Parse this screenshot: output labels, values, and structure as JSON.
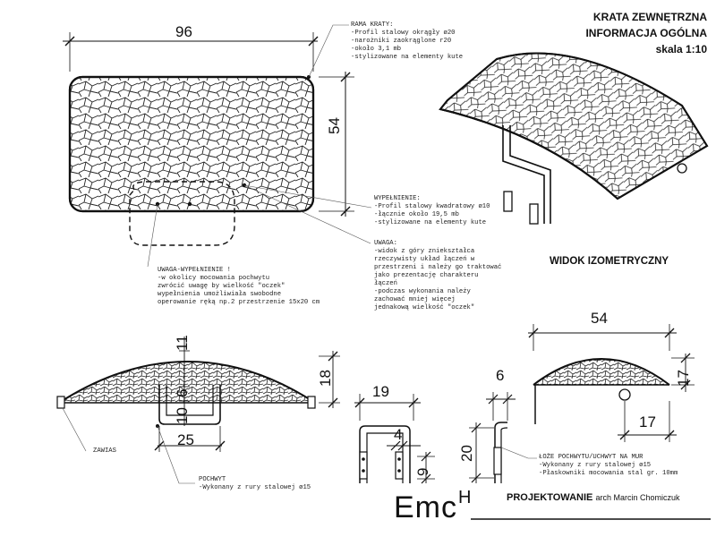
{
  "title": {
    "line1": "KRATA ZEWNĘTRZNA",
    "line2": "INFORMACJA OGÓLNA",
    "line3": "skala 1:10"
  },
  "views": {
    "iso": "WIDOK IZOMETRYCZNY"
  },
  "dims": {
    "width_top": "96",
    "height_top": "54",
    "d11": "11",
    "d6": "6",
    "d10": "10",
    "d25": "25",
    "d18": "18",
    "d19": "19",
    "d4": "4",
    "d9": "9",
    "d6b": "6",
    "d20": "20",
    "d54b": "54",
    "d17a": "17",
    "d17b": "17"
  },
  "notes": {
    "rama": [
      "RAMA KRATY:",
      "-Profil stalowy okrągły ø20",
      "-narożniki zaokrąglone r20",
      "-około 3,1 mb",
      "-stylizowane na elementy kute"
    ],
    "wypelnienie": [
      "WYPEŁNIENIE:",
      "-Profil stalowy kwadratowy ø10",
      "-łącznie około 19,5 mb",
      "-stylizowane na elementy kute"
    ],
    "uwaga": [
      "UWAGA:",
      "-widok z góry zniekształca",
      "rzeczywisty układ łączeń w",
      "przestrzeni i należy go traktować",
      "jako prezentację charakteru",
      "łączeń",
      "-podczas wykonania należy",
      "zachować mniej więcej",
      "jednakową wielkość \"oczek\""
    ],
    "uwaga_wyp": [
      "UWAGA-WYPEŁNIENIE !",
      "-w okolicy mocowania pochwytu",
      "zwrócić uwagę by wielkość \"oczek\"",
      "wypełnienia umożliwiała swobodne",
      "operowanie ręką np.2 przestrzenie 15x20 cm"
    ],
    "zawias": [
      "ZAWIAS"
    ],
    "pochwyt": [
      "POCHWYT",
      "-Wykonany z rury stalowej ø15"
    ],
    "loze": [
      "ŁOŻE POCHWYTU/UCHWYT NA MUR",
      "-Wykonany z rury stalowej ø15",
      "-Płaskowniki mocowania stal gr. 10mm"
    ]
  },
  "logo": {
    "main": "Emc",
    "sup": "H"
  },
  "firm": {
    "name": "PROJEKTOWANIE",
    "sub": "arch Marcin Chomiczuk"
  },
  "colors": {
    "ink": "#111111"
  }
}
